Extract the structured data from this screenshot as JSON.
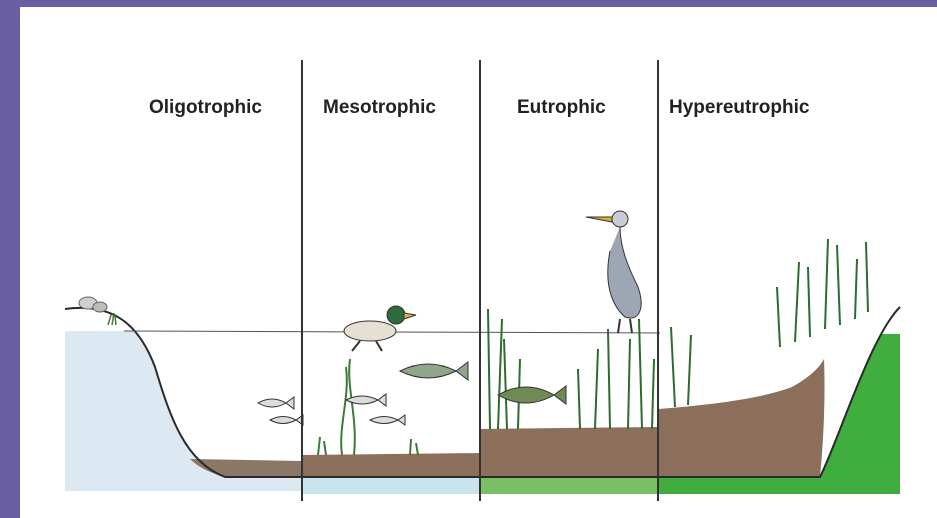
{
  "diagram": {
    "stages": [
      {
        "id": "oligotrophic",
        "label": "Oligotrophic"
      },
      {
        "id": "mesotrophic",
        "label": "Mesotrophic"
      },
      {
        "id": "eutrophic",
        "label": "Eutrophic"
      },
      {
        "id": "hypereutrophic",
        "label": "Hypereutrophic"
      }
    ]
  },
  "colors": {
    "frame_border": "#6a5fa0",
    "clear_water": "#dde9f2",
    "meso_water": "#c9e4ea",
    "eu_water": "#7bbf63",
    "hyper_water": "#3fae3f",
    "sediment": "#8b6f5a",
    "divider": "#333333"
  }
}
